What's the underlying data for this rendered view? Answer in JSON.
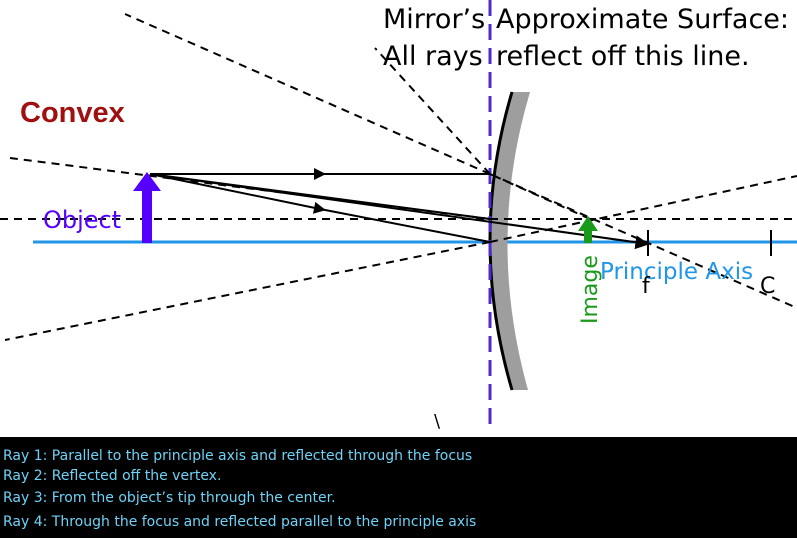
{
  "captions": {
    "mirror_line1": "Mirror’s",
    "mirror_line2": "All rays",
    "surface_line1": "Approximate Surface:",
    "surface_line2": "reflect off this line."
  },
  "labels": {
    "title": "Convex",
    "object": "Object",
    "image": "Image",
    "principle_axis": "Principle Axis",
    "focus": "f",
    "center": "C",
    "stray_mark": "\\"
  },
  "legend": {
    "items": [
      "Ray 1: Parallel to the principle axis and reflected through the focus",
      "Ray 2: Reflected off the vertex.",
      "Ray 3: From the object’s tip through the center.",
      "Ray 4: Through the focus and reflected parallel to the principle axis"
    ]
  },
  "colors": {
    "title": "#a01010",
    "object": "#5500ff",
    "image": "#1a9a1a",
    "axis": "#2196e6",
    "mirror_line": "#4b2ad0",
    "mirror_fill": "#9e9e9e",
    "legend_text": "#6fd3f7",
    "legend_bg": "#000000"
  }
}
